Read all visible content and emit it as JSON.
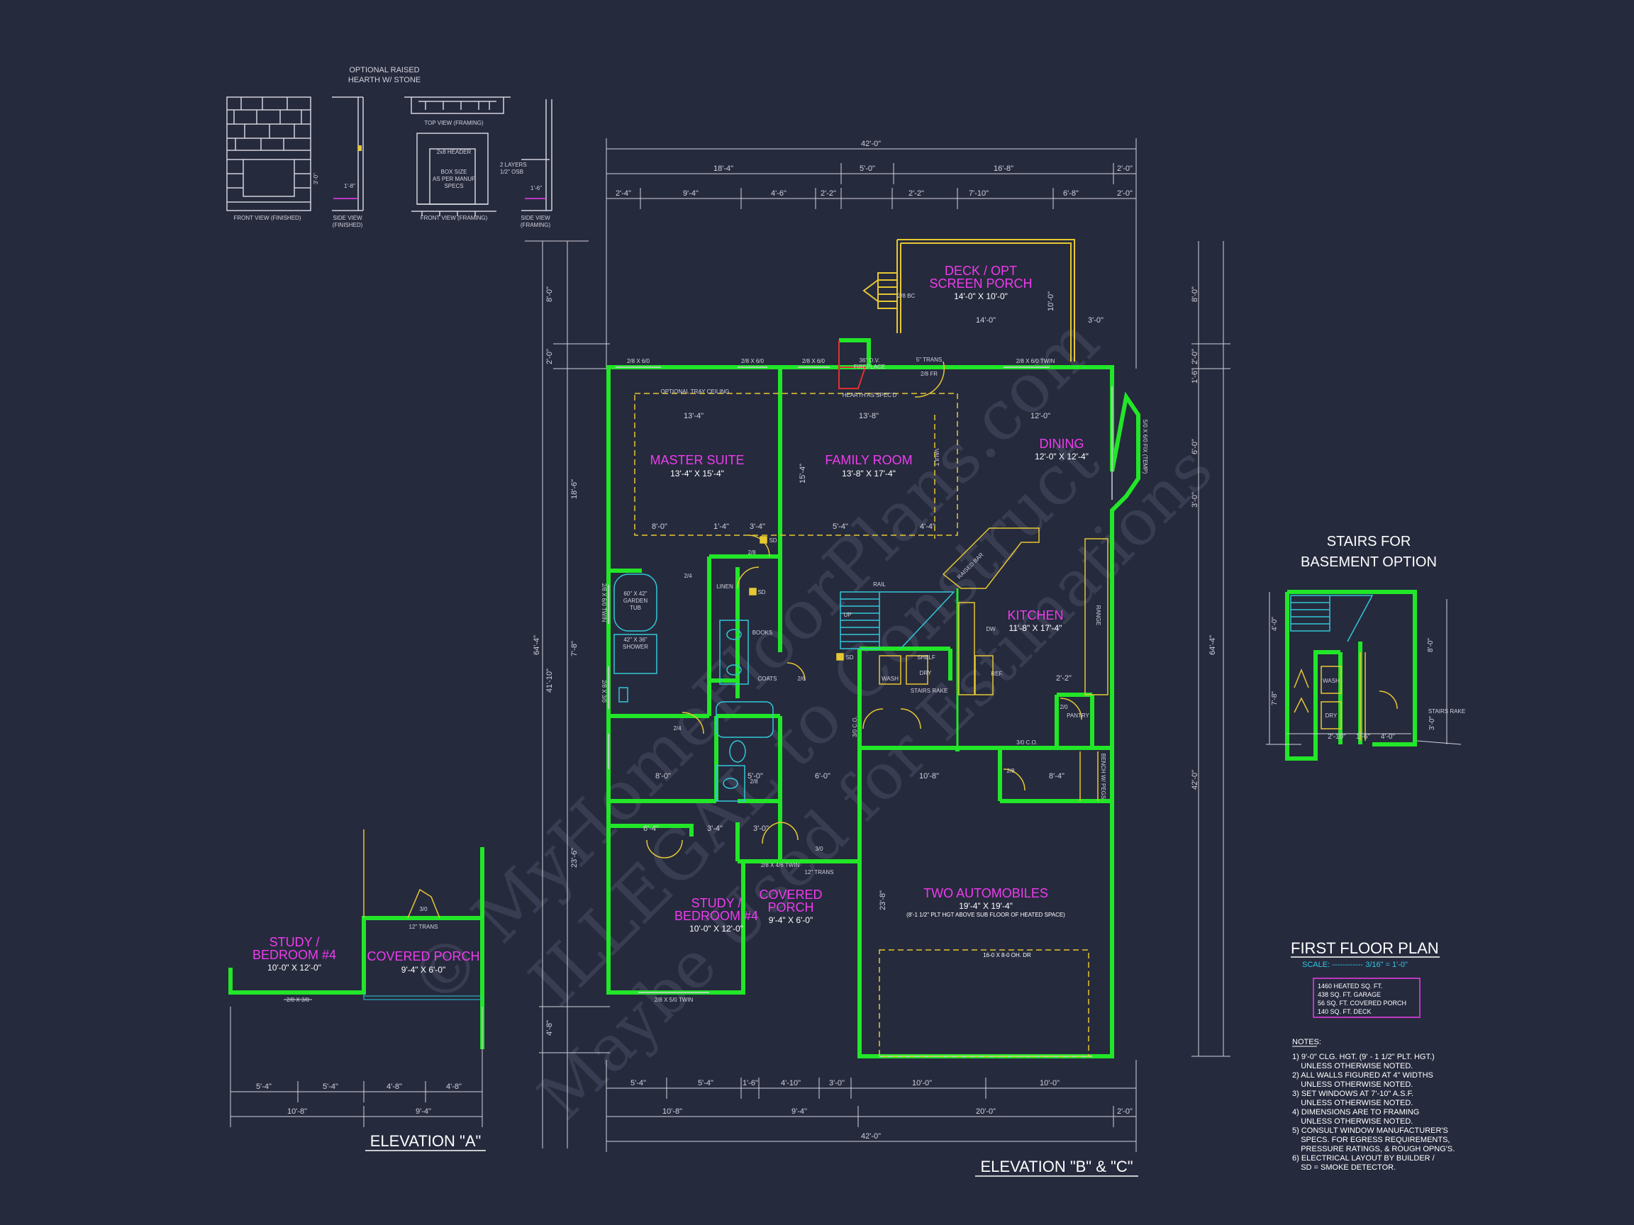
{
  "colors": {
    "background": "#262a3d",
    "walls": "#22e628",
    "room_labels": "#ee3cee",
    "dimensions": "#d2d2dc",
    "fixtures": "#e6c832",
    "plumbing": "#30c8d8",
    "fireplace": "#e03030",
    "notes_text": "#ffffff",
    "scale_text": "#2ec8e8",
    "watermark": "#3c4055"
  },
  "watermark": {
    "line1": "© MyHomeFloorPlans.com",
    "line2": "ILLEGAL to Construct",
    "line3": "Maybe Used for Estimations"
  },
  "hearth_detail": {
    "title_line1": "OPTIONAL RAISED",
    "title_line2": "HEARTH W/ STONE",
    "front_view_finished": "FRONT VIEW (FINISHED)",
    "side_view_finished_1": "SIDE VIEW",
    "side_view_finished_2": "(FINISHED)",
    "top_view_framing": "TOP VIEW (FRAMING)",
    "header_label": "2x8 HEADER",
    "box_size_1": "BOX SIZE",
    "box_size_2": "AS PER MANUF",
    "box_size_3": "SPECS",
    "layers_1": "2 LAYERS",
    "layers_2": "1/2\" OSB",
    "front_view_framing": "FRONT VIEW (FRAMING)",
    "side_view_framing_1": "SIDE VIEW",
    "side_view_framing_2": "(FRAMING)",
    "dim_a": "3'-0\"",
    "dim_b": "1'-8\"",
    "dim_c": "1'-6\"",
    "dim_d": "1'-8\""
  },
  "rooms": {
    "deck_1": "DECK / OPT",
    "deck_2": "SCREEN PORCH",
    "deck_size": "14'-0\" X 10'-0\"",
    "master": "MASTER SUITE",
    "master_size": "13'-4\" X 15'-4\"",
    "family": "FAMILY ROOM",
    "family_size": "13'-8\" X 17'-4\"",
    "dining": "DINING",
    "dining_size": "12'-0\" X 12'-4\"",
    "kitchen": "KITCHEN",
    "kitchen_size": "11'-8\" X 17'-4\"",
    "study_1": "STUDY /",
    "study_2": "BEDROOM #4",
    "study_size": "10'-0\" X 12'-0\"",
    "porch_1": "COVERED",
    "porch_2": "PORCH",
    "porch_size": "9'-4\" X 6'-0\"",
    "garage": "TWO AUTOMOBILES",
    "garage_size": "19'-4\" X 19'-4\"",
    "garage_note": "(8'-1 1/2\" PLT HGT ABOVE SUB FLOOR OF HEATED SPACE)",
    "garage_door": "16-0 X 8-0 OH. DR"
  },
  "small_labels": {
    "tray": "OPTIONAL TRAY CEILING",
    "fireplace_1": "36\" D.V.",
    "fireplace_2": "FIREPLACE",
    "hearth": "HEARTH AS SPEC'D",
    "trans5": "5\" TRANS",
    "fr28": "2/8 FR",
    "bc28": "2/8 BC",
    "garden_tub_1": "60\" X 42\"",
    "garden_tub_2": "GARDEN",
    "garden_tub_3": "TUB",
    "shower_1": "42\" X 36\"",
    "shower_2": "SHOWER",
    "linen": "LINEN",
    "sd": "SD",
    "books": "BOOKS",
    "coats": "COATS",
    "shelf": "SHELF",
    "dry": "DRY",
    "wash": "WASH",
    "stairs_rake": "STAIRS RAKE",
    "rail": "RAIL",
    "up": "UP",
    "raised_bar": "RAISED BAR",
    "dw": "DW",
    "ref": "REF.",
    "range": "RANGE",
    "pantry": "PANTRY",
    "bench": "BENCH W/ PEGS",
    "vault": "VAULT",
    "trans12": "12\" TRANS",
    "win_a": "2/8 X 6/0",
    "win_twin": "2/8 X 6/0 TWIN",
    "win_c": "2/8 X 5/0 TWIN",
    "win_d": "2/8 X 4/6 TWIN",
    "win_e": "2/8 X 3/0",
    "bay_win": "5/0 X 6/0 FIX (TEMP)",
    "door_30": "3/0",
    "door_28": "2/8",
    "door_24": "2/4",
    "door_26": "2/6",
    "door_co": "3/0 C.O.",
    "door_20": "2/0"
  },
  "dims": {
    "top_total": "42'-0\"",
    "t1": "18'-4\"",
    "t2": "5'-0\"",
    "t3": "16'-8\"",
    "t4": "2'-0\"",
    "s1": "2'-4\"",
    "s2": "9'-4\"",
    "s3": "4'-6\"",
    "s4": "2'-2\"",
    "s5": "2'-2\"",
    "s6": "7'-10\"",
    "s7": "6'-8\"",
    "s8": "2'-0\"",
    "deck_w": "14'-0\"",
    "deck_off": "3'-0\"",
    "deck_d": "10'-0\"",
    "d_133": "13'-4\"",
    "d_138": "13'-8\"",
    "d_120": "12'-0\"",
    "d_80": "8'-0\"",
    "d_14": "1'-4\"",
    "d_34": "3'-4\"",
    "d_54": "5'-4\"",
    "d_44": "4'-4\"",
    "d_60": "6'-0\"",
    "d_108": "10'-8\"",
    "d_84": "8'-4\"",
    "d_50": "5'-0\"",
    "d_64": "6'-4\"",
    "d_30": "3'-0\"",
    "d_22": "2'-2\"",
    "d_238": "23'-8\"",
    "d_154": "15'-4\"",
    "left_64": "64'-4\"",
    "left_80": "8'-0\"",
    "left_20": "2'-0\"",
    "left_186": "18'-6\"",
    "left_78": "7'-8\"",
    "left_410": "41'-10\"",
    "left_236": "23'-6\"",
    "left_48": "4'-8\"",
    "right_64": "64'-4\"",
    "right_80": "8'-0\"",
    "right_20": "2'-0\"",
    "right_16": "1'-6\"",
    "right_60": "6'-0\"",
    "right_30": "3'-0\"",
    "right_420": "42'-0\"",
    "bot_1": "5'-4\"",
    "bot_2": "5'-4\"",
    "bot_3": "1'-6\"",
    "bot_4": "4'-10\"",
    "bot_5": "3'-0\"",
    "bot_6": "10'-0\"",
    "bot_7": "10'-0\"",
    "bot_8": "10'-8\"",
    "bot_9": "9'-4\"",
    "bot_10": "20'-0\"",
    "bot_11": "2'-0\"",
    "bot_total": "42'-0\""
  },
  "elevation_a": {
    "label": "ELEVATION \"A\"",
    "study_1": "STUDY /",
    "study_2": "BEDROOM #4",
    "study_size": "10'-0\" X 12'-0\"",
    "porch": "COVERED PORCH",
    "porch_size": "9'-4\" X 6'-0\"",
    "trans": "12\" TRANS",
    "win": "2/8 X 3/0",
    "door": "3/0",
    "dim1": "5'-4\"",
    "dim2": "5'-4\"",
    "dim3": "4'-8\"",
    "dim4": "4'-8\"",
    "dim5": "10'-8\"",
    "dim6": "9'-4\""
  },
  "elevation_bc": {
    "label": "ELEVATION \"B\" & \"C\""
  },
  "stairs_basement": {
    "title_1": "STAIRS FOR",
    "title_2": "BASEMENT OPTION",
    "wash": "WASH",
    "dry": "DRY",
    "stairs_rake": "STAIRS RAKE",
    "dim_40": "4'-0\"",
    "dim_78": "7'-8\"",
    "dim_80": "8'-0\"",
    "dim_30": "3'-0\"",
    "dim_210": "2'-10\"",
    "dim_16": "1'-6\"",
    "dim_40b": "4'-0\""
  },
  "title_block": {
    "title": "FIRST FLOOR PLAN",
    "scale_label": "SCALE: ------------ 3/16\" = 1'-0\"",
    "area_1": "1460 HEATED SQ. FT.",
    "area_2": "438 SQ. FT. GARAGE",
    "area_3": "56 SQ. FT. COVERED PORCH",
    "area_4": "140 SQ. FT. DECK"
  },
  "notes": {
    "heading": "NOTES:",
    "lines": [
      "1) 9'-0\" CLG. HGT. (9' - 1 1/2\" PLT. HGT.)",
      "    UNLESS OTHERWISE NOTED.",
      "2) ALL WALLS FIGURED AT 4\" WIDTHS",
      "    UNLESS OTHERWISE NOTED.",
      "3) SET WINDOWS AT 7'-10\" A.S.F.",
      "    UNLESS OTHERWISE NOTED.",
      "4) DIMENSIONS ARE TO FRAMING",
      "    UNLESS OTHERWISE NOTED.",
      "5) CONSULT WINDOW MANUFACTURER'S",
      "    SPECS. FOR EGRESS REQUIREMENTS,",
      "    PRESSURE RATINGS, & ROUGH OPNG'S.",
      "6) ELECTRICAL LAYOUT BY BUILDER /",
      "    SD = SMOKE DETECTOR."
    ]
  }
}
